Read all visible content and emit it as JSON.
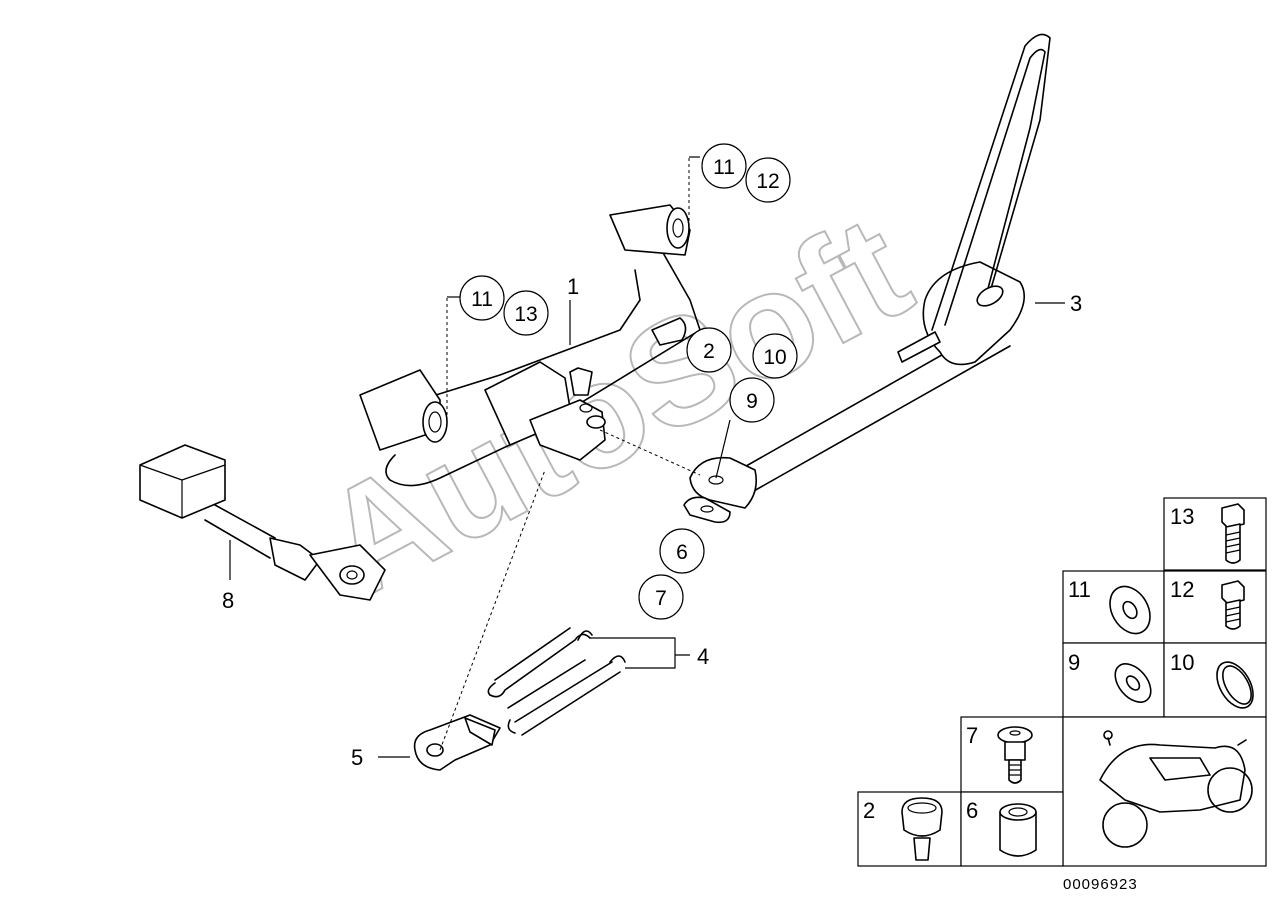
{
  "diagram": {
    "watermark": "AutoSoft",
    "reference_code": "00096923",
    "callouts": [
      {
        "id": "c-1",
        "text": "1"
      },
      {
        "id": "c-2",
        "text": "2"
      },
      {
        "id": "c-3",
        "text": "3"
      },
      {
        "id": "c-4",
        "text": "4"
      },
      {
        "id": "c-5",
        "text": "5"
      },
      {
        "id": "c-6",
        "text": "6"
      },
      {
        "id": "c-7",
        "text": "7"
      },
      {
        "id": "c-8",
        "text": "8"
      },
      {
        "id": "c-9",
        "text": "9"
      },
      {
        "id": "c-10",
        "text": "10"
      },
      {
        "id": "c-11a",
        "text": "11"
      },
      {
        "id": "c-12",
        "text": "12"
      },
      {
        "id": "c-11b",
        "text": "11"
      },
      {
        "id": "c-13",
        "text": "13"
      }
    ],
    "parts_legend": [
      {
        "id": "g-13",
        "text": "13"
      },
      {
        "id": "g-11",
        "text": "11"
      },
      {
        "id": "g-12",
        "text": "12"
      },
      {
        "id": "g-9",
        "text": "9"
      },
      {
        "id": "g-10",
        "text": "10"
      },
      {
        "id": "g-7",
        "text": "7"
      },
      {
        "id": "g-2",
        "text": "2"
      },
      {
        "id": "g-6",
        "text": "6"
      }
    ]
  }
}
